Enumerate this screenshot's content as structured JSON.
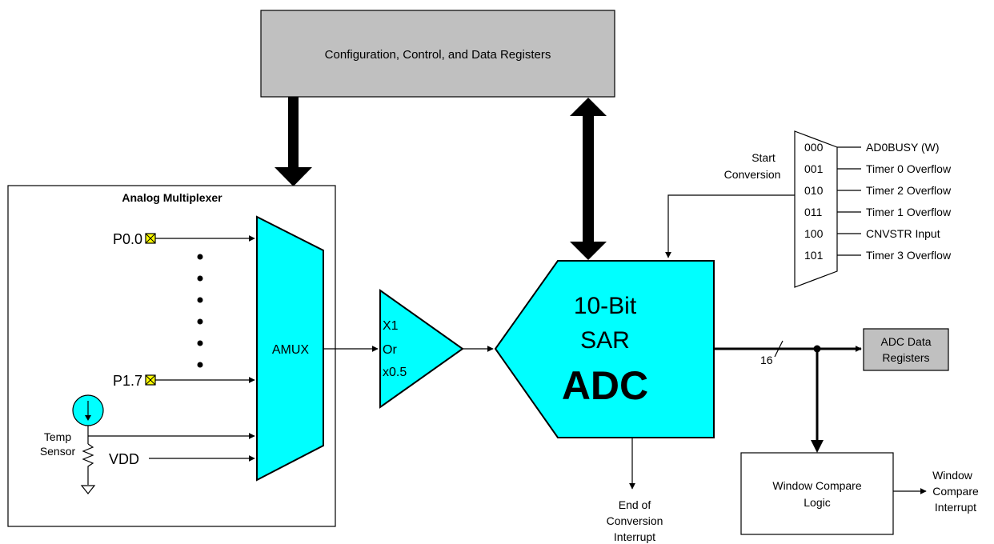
{
  "config_block": {
    "label": "Configuration, Control, and Data Registers"
  },
  "analog_mux": {
    "title": "Analog Multiplexer",
    "amux_label": "AMUX",
    "inputs": {
      "first_pin": "P0.0",
      "last_pin": "P1.7",
      "vdd": "VDD"
    },
    "temp_sensor": {
      "line1": "Temp",
      "line2": "Sensor"
    }
  },
  "gain_amp": {
    "line1": "X1",
    "line2": "Or",
    "line3": "x0.5"
  },
  "adc": {
    "line1": "10-Bit",
    "line2": "SAR",
    "line3": "ADC"
  },
  "start_conversion": {
    "label_line1": "Start",
    "label_line2": "Conversion",
    "options": [
      {
        "code": "000",
        "source": "AD0BUSY (W)"
      },
      {
        "code": "001",
        "source": "Timer 0 Overflow"
      },
      {
        "code": "010",
        "source": "Timer 2 Overflow"
      },
      {
        "code": "011",
        "source": "Timer 1 Overflow"
      },
      {
        "code": "100",
        "source": "CNVSTR Input"
      },
      {
        "code": "101",
        "source": "Timer 3 Overflow"
      }
    ]
  },
  "output_bus": {
    "width_label": "16"
  },
  "data_registers": {
    "line1": "ADC Data",
    "line2": "Registers"
  },
  "window_compare": {
    "logic_line1": "Window Compare",
    "logic_line2": "Logic",
    "interrupt_line1": "Window",
    "interrupt_line2": "Compare",
    "interrupt_line3": "Interrupt"
  },
  "end_of_conversion": {
    "line1": "End of",
    "line2": "Conversion",
    "line3": "Interrupt"
  },
  "colors": {
    "block_fill": "#00ffff",
    "register_fill": "#c0c0c0",
    "pin_fill": "#ffff00"
  }
}
